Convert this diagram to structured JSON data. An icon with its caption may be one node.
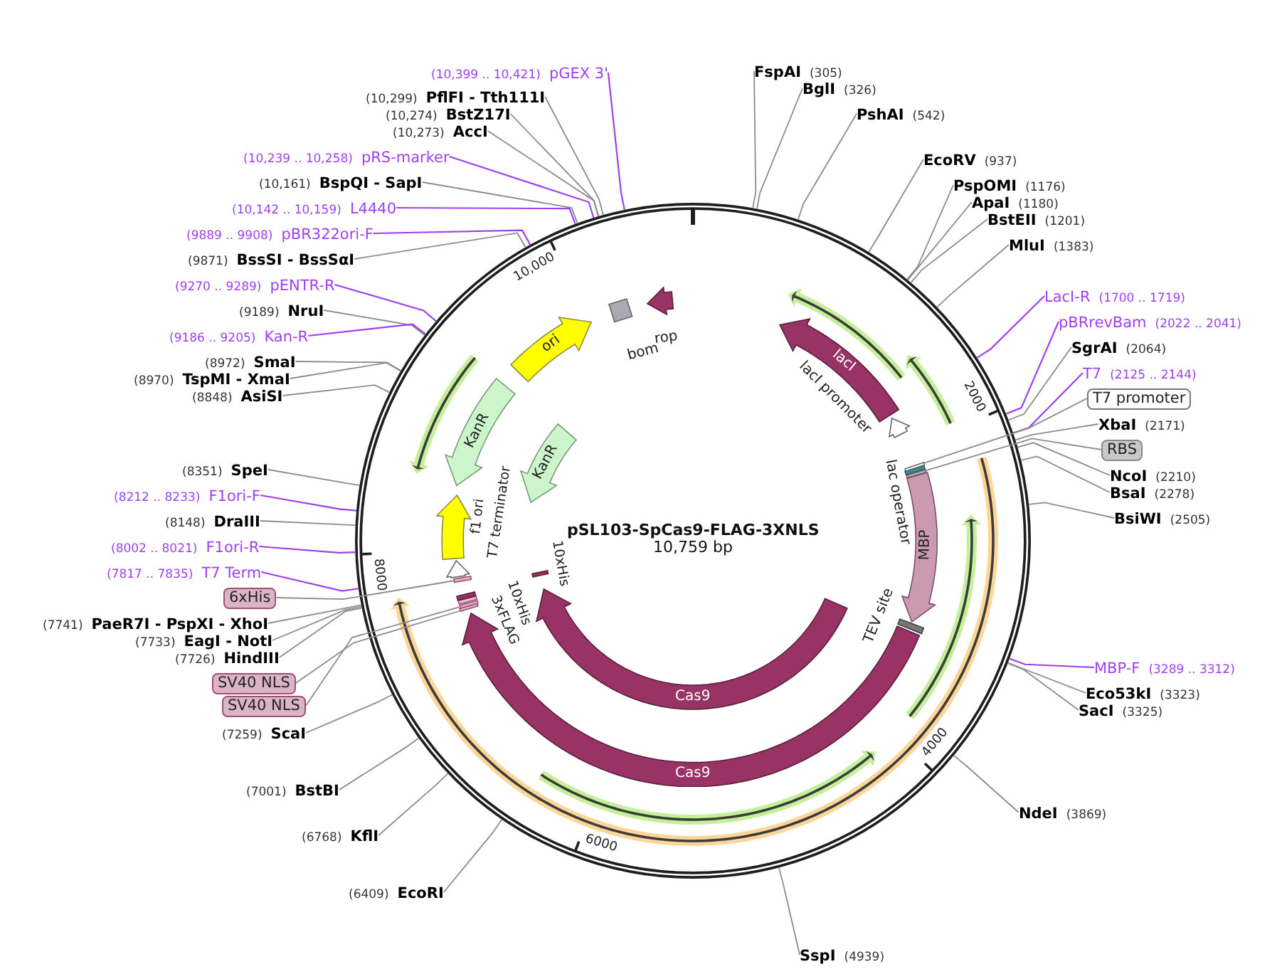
{
  "diagram": {
    "nodes": [
      {
        "text": [
          "pSL103-SpCas9-FLAG-3XNLS",
          "10,759 bp"
        ]
      },
      {
        "text": [
          "lacI"
        ],
        "in": 0
      },
      {
        "text": [
          "lacI promoter"
        ],
        "in": 0
      },
      {
        "text": [],
        "shape": "bar",
        "in": 0
      },
      {
        "text": [
          "lac operator"
        ],
        "in": 0
      },
      {
        "text": [],
        "shape": "bar",
        "in": 0
      },
      {
        "text": [
          "MBP"
        ],
        "in": 0
      },
      {
        "text": [
          "TEV site"
        ],
        "in": 0
      },
      {
        "text": [
          "Cas9"
        ],
        "in": 0
      },
      {
        "text": [
          "Cas9"
        ],
        "in": 0
      },
      {
        "text": [],
        "shape": "bar",
        "in": 0
      },
      {
        "text": [],
        "shape": "bar",
        "in": 0
      },
      {
        "text": [
          "3xFLAG"
        ],
        "in": 0
      },
      {
        "text": [
          "10xHis"
        ],
        "in": 0
      },
      {
        "text": [
          "10xHis"
        ],
        "in": 0
      },
      {
        "text": [],
        "shape": "bar",
        "in": 0
      },
      {
        "text": [
          "T7 terminator"
        ],
        "in": 0
      },
      {
        "text": [
          "f1 ori"
        ],
        "in": 0
      },
      {
        "text": [
          "KanR"
        ],
        "in": 0
      },
      {
        "text": [
          "KanR"
        ],
        "in": 0
      },
      {
        "text": [
          "ori"
        ],
        "in": 0
      },
      {
        "text": [
          "bom"
        ],
        "in": 0
      },
      {
        "text": [
          "rop"
        ],
        "in": 0
      },
      {
        "text": [
          "(10,399 .. 10,421)",
          "pGEX 3'"
        ]
      },
      {
        "text": [
          "(10,299)",
          "PflFI - Tth111I"
        ]
      },
      {
        "text": [
          "(10,274)",
          "BstZ17I"
        ]
      },
      {
        "text": [
          "(10,273)",
          "AccI"
        ]
      },
      {
        "text": [
          "(10,239 .. 10,258)",
          "pRS-marker"
        ]
      },
      {
        "text": [
          "(10,161)",
          "BspQI - SapI"
        ]
      },
      {
        "text": [
          "(10,142 .. 10,159)",
          "L4440"
        ]
      },
      {
        "text": [
          "(9889 .. 9908)",
          "pBR322ori-F"
        ]
      },
      {
        "text": [
          "(9871)",
          "BssSI - BssSαI"
        ]
      },
      {
        "text": [
          "(9270 .. 9289)",
          "pENTR-R"
        ]
      },
      {
        "text": [
          "(9189)",
          "NruI"
        ]
      },
      {
        "text": [
          "(9186 .. 9205)",
          "Kan-R"
        ]
      },
      {
        "text": [
          "(8972)",
          "SmaI"
        ]
      },
      {
        "text": [
          "(8970)",
          "TspMI - XmaI"
        ]
      },
      {
        "text": [
          "(8848)",
          "AsiSI"
        ]
      },
      {
        "text": [
          "(8351)",
          "SpeI"
        ]
      },
      {
        "text": [
          "(8212 .. 8233)",
          "F1ori-F"
        ]
      },
      {
        "text": [
          "(8148)",
          "DraIII"
        ]
      },
      {
        "text": [
          "(8002 .. 8021)",
          "F1ori-R"
        ]
      },
      {
        "text": [
          "(7817 .. 7835)",
          "T7 Term"
        ]
      },
      {
        "text": [
          "6xHis"
        ]
      },
      {
        "text": [
          "(7741)",
          "PaeR7I - PspXI - XhoI"
        ]
      },
      {
        "text": [
          "(7733)",
          "EagI - NotI"
        ]
      },
      {
        "text": [
          "(7726)",
          "HindIII"
        ]
      },
      {
        "text": [
          "SV40 NLS"
        ]
      },
      {
        "text": [
          "SV40 NLS"
        ]
      },
      {
        "text": [
          "(7259)",
          "ScaI"
        ]
      },
      {
        "text": [
          "(7001)",
          "BstBI"
        ]
      },
      {
        "text": [
          "(6768)",
          "KflI"
        ]
      },
      {
        "text": [
          "(6409)",
          "EcoRI"
        ]
      },
      {
        "text": [
          "FspAI",
          "(305)"
        ]
      },
      {
        "text": [
          "BglI",
          "(326)"
        ]
      },
      {
        "text": [
          "PshAI",
          "(542)"
        ]
      },
      {
        "text": [
          "EcoRV",
          "(937)"
        ]
      },
      {
        "text": [
          "PspOMI",
          "(1176)"
        ]
      },
      {
        "text": [
          "ApaI",
          "(1180)"
        ]
      },
      {
        "text": [
          "BstEII",
          "(1201)"
        ]
      },
      {
        "text": [
          "MluI",
          "(1383)"
        ]
      },
      {
        "text": [
          "LacI-R",
          "(1700 .. 1719)"
        ]
      },
      {
        "text": [
          "pBRrevBam",
          "(2022 .. 2041)"
        ]
      },
      {
        "text": [
          "SgrAI",
          "(2064)"
        ]
      },
      {
        "text": [
          "T7",
          "(2125 .. 2144)"
        ]
      },
      {
        "text": [
          "T7 promoter"
        ]
      },
      {
        "text": [
          "XbaI",
          "(2171)"
        ]
      },
      {
        "text": [
          "RBS"
        ]
      },
      {
        "text": [
          "NcoI",
          "(2210)"
        ]
      },
      {
        "text": [
          "BsaI",
          "(2278)"
        ]
      },
      {
        "text": [
          "BsiWI",
          "(2505)"
        ]
      },
      {
        "text": [
          "MBP-F",
          "(3289 .. 3312)"
        ]
      },
      {
        "text": [
          "Eco53kI",
          "(3323)"
        ]
      },
      {
        "text": [
          "SacI",
          "(3325)"
        ]
      },
      {
        "text": [
          "NdeI",
          "(3869)"
        ]
      },
      {
        "text": [
          "SspI",
          "(4939)"
        ]
      }
    ],
    "edges": [
      {
        "from": 23,
        "to": 0,
        "arrow": "none",
        "color": "#a03ff0"
      },
      {
        "from": 24,
        "to": 0,
        "arrow": "none"
      },
      {
        "from": 25,
        "to": 0,
        "arrow": "none"
      },
      {
        "from": 26,
        "to": 0,
        "arrow": "none"
      },
      {
        "from": 27,
        "to": 0,
        "arrow": "none",
        "color": "#a03ff0"
      },
      {
        "from": 28,
        "to": 0,
        "arrow": "none"
      },
      {
        "from": 29,
        "to": 0,
        "arrow": "none",
        "color": "#a03ff0"
      },
      {
        "from": 30,
        "to": 0,
        "arrow": "none",
        "color": "#a03ff0"
      },
      {
        "from": 31,
        "to": 0,
        "arrow": "none"
      },
      {
        "from": 32,
        "to": 0,
        "arrow": "none",
        "color": "#a03ff0"
      },
      {
        "from": 33,
        "to": 0,
        "arrow": "none"
      },
      {
        "from": 34,
        "to": 0,
        "arrow": "none",
        "color": "#a03ff0"
      },
      {
        "from": 35,
        "to": 0,
        "arrow": "none"
      },
      {
        "from": 36,
        "to": 0,
        "arrow": "none"
      },
      {
        "from": 37,
        "to": 0,
        "arrow": "none"
      },
      {
        "from": 38,
        "to": 0,
        "arrow": "none"
      },
      {
        "from": 39,
        "to": 0,
        "arrow": "none",
        "color": "#a03ff0"
      },
      {
        "from": 40,
        "to": 0,
        "arrow": "none"
      },
      {
        "from": 41,
        "to": 0,
        "arrow": "none",
        "color": "#a03ff0"
      },
      {
        "from": 42,
        "to": 0,
        "arrow": "none",
        "color": "#a03ff0"
      },
      {
        "from": 43,
        "to": 15,
        "arrow": "none"
      },
      {
        "from": 44,
        "to": 0,
        "arrow": "none"
      },
      {
        "from": 45,
        "to": 0,
        "arrow": "none"
      },
      {
        "from": 46,
        "to": 0,
        "arrow": "none"
      },
      {
        "from": 47,
        "to": 10,
        "arrow": "none"
      },
      {
        "from": 48,
        "to": 11,
        "arrow": "none"
      },
      {
        "from": 49,
        "to": 0,
        "arrow": "none"
      },
      {
        "from": 50,
        "to": 0,
        "arrow": "none"
      },
      {
        "from": 51,
        "to": 0,
        "arrow": "none"
      },
      {
        "from": 52,
        "to": 0,
        "arrow": "none"
      },
      {
        "from": 53,
        "to": 0,
        "arrow": "none"
      },
      {
        "from": 54,
        "to": 0,
        "arrow": "none"
      },
      {
        "from": 55,
        "to": 0,
        "arrow": "none"
      },
      {
        "from": 56,
        "to": 0,
        "arrow": "none"
      },
      {
        "from": 57,
        "to": 0,
        "arrow": "none"
      },
      {
        "from": 58,
        "to": 0,
        "arrow": "none"
      },
      {
        "from": 59,
        "to": 0,
        "arrow": "none"
      },
      {
        "from": 60,
        "to": 0,
        "arrow": "none"
      },
      {
        "from": 61,
        "to": 0,
        "arrow": "none",
        "color": "#a03ff0"
      },
      {
        "from": 62,
        "to": 0,
        "arrow": "none",
        "color": "#a03ff0"
      },
      {
        "from": 63,
        "to": 0,
        "arrow": "none"
      },
      {
        "from": 64,
        "to": 0,
        "arrow": "none",
        "color": "#a03ff0"
      },
      {
        "from": 65,
        "to": 3,
        "arrow": "none"
      },
      {
        "from": 66,
        "to": 0,
        "arrow": "none"
      },
      {
        "from": 67,
        "to": 5,
        "arrow": "none"
      },
      {
        "from": 68,
        "to": 0,
        "arrow": "none"
      },
      {
        "from": 69,
        "to": 0,
        "arrow": "none"
      },
      {
        "from": 70,
        "to": 0,
        "arrow": "none"
      },
      {
        "from": 71,
        "to": 0,
        "arrow": "none",
        "color": "#a03ff0"
      },
      {
        "from": 72,
        "to": 0,
        "arrow": "none"
      },
      {
        "from": 73,
        "to": 0,
        "arrow": "none"
      },
      {
        "from": 74,
        "to": 0,
        "arrow": "none"
      },
      {
        "from": 75,
        "to": 0,
        "arrow": "none"
      }
    ],
    "labels": [
      "10,000",
      "2000",
      "8000",
      "4000",
      "6000"
    ]
  }
}
